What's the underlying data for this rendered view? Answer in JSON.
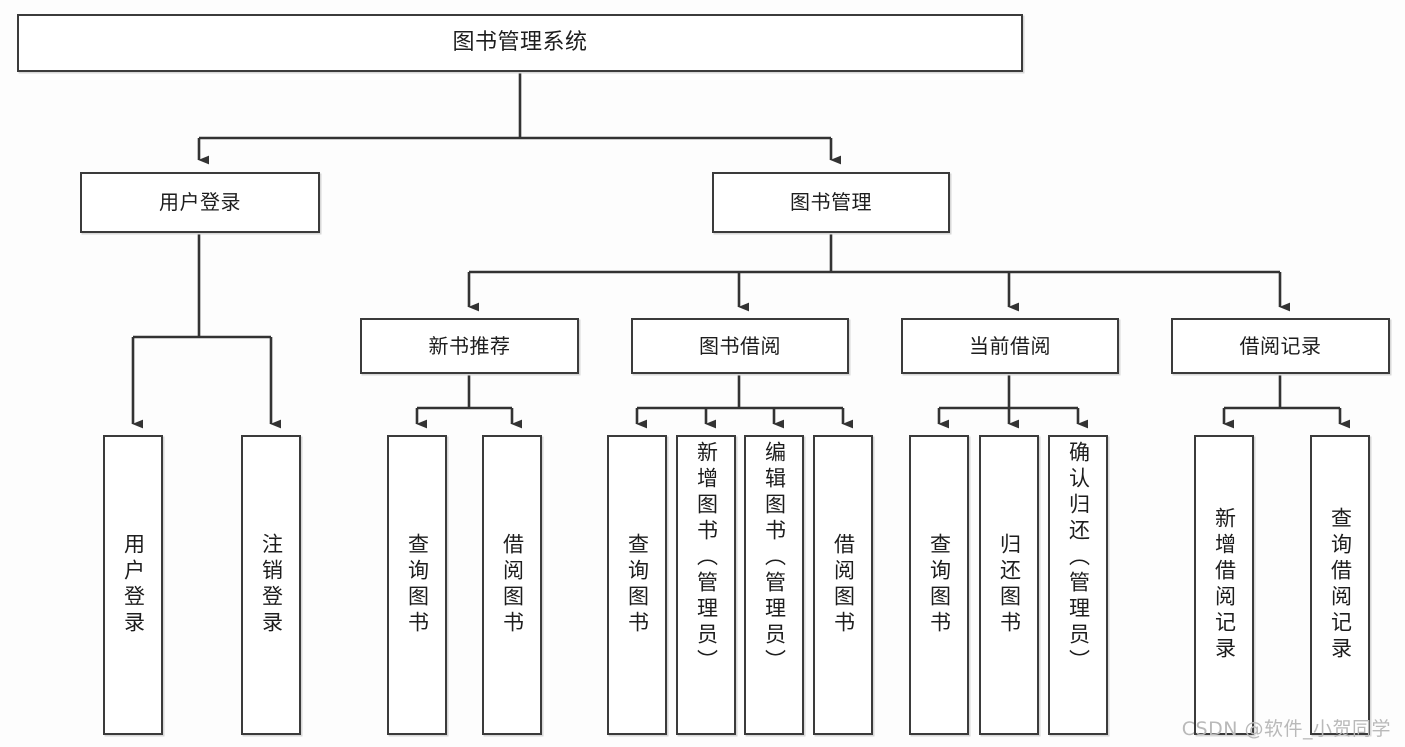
{
  "diagram": {
    "kind": "tree-hierarchy-chart",
    "title": "图书管理系统",
    "watermark": "CSDN @软件_小贺同学",
    "colors": {
      "background": "#fdfdfd",
      "node_fill": "#ffffff",
      "node_border": "#3b3b3b",
      "connector": "#333333",
      "text": "#1d1d1d",
      "watermark": "#b9b9b9"
    },
    "root": {
      "label": "图书管理系统"
    },
    "level1": [
      {
        "id": "user-login",
        "label": "用户登录"
      },
      {
        "id": "book-manage",
        "label": "图书管理"
      }
    ],
    "level2": [
      {
        "id": "new-book-recommend",
        "label": "新书推荐",
        "parent": "book-manage"
      },
      {
        "id": "book-borrow",
        "label": "图书借阅",
        "parent": "book-manage"
      },
      {
        "id": "current-borrow",
        "label": "当前借阅",
        "parent": "book-manage"
      },
      {
        "id": "borrow-record",
        "label": "借阅记录",
        "parent": "book-manage"
      }
    ],
    "leaves": [
      {
        "id": "leaf-user-login",
        "label": "用户登录",
        "parent": "user-login"
      },
      {
        "id": "leaf-logout-login",
        "label": "注销登录",
        "parent": "user-login"
      },
      {
        "id": "leaf-query-book-1",
        "label": "查询图书",
        "parent": "new-book-recommend"
      },
      {
        "id": "leaf-borrow-book-1",
        "label": "借阅图书",
        "parent": "new-book-recommend"
      },
      {
        "id": "leaf-query-book-2",
        "label": "查询图书",
        "parent": "book-borrow"
      },
      {
        "id": "leaf-add-book",
        "label": "新增图书（管理员）",
        "parent": "book-borrow"
      },
      {
        "id": "leaf-edit-book",
        "label": "编辑图书（管理员）",
        "parent": "book-borrow"
      },
      {
        "id": "leaf-borrow-book-2",
        "label": "借阅图书",
        "parent": "book-borrow"
      },
      {
        "id": "leaf-query-book-3",
        "label": "查询图书",
        "parent": "current-borrow"
      },
      {
        "id": "leaf-return-book",
        "label": "归还图书",
        "parent": "current-borrow"
      },
      {
        "id": "leaf-confirm-return",
        "label": "确认归还（管理员）",
        "parent": "current-borrow"
      },
      {
        "id": "leaf-add-record",
        "label": "新增借阅记录",
        "parent": "borrow-record"
      },
      {
        "id": "leaf-query-record",
        "label": "查询借阅记录",
        "parent": "borrow-record"
      }
    ]
  }
}
